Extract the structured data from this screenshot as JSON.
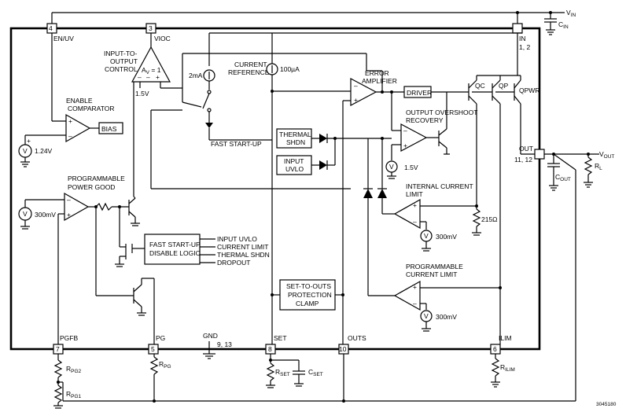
{
  "pins": {
    "en_uv_num": "4",
    "en_uv": "EN/UV",
    "vioc_num": "3",
    "vioc": "VIOC",
    "in": "IN",
    "in_num": "1, 2",
    "out": "OUT",
    "out_num": "11, 12",
    "pgfb_num": "7",
    "pgfb": "PGFB",
    "pg_num": "5",
    "pg": "PG",
    "gnd": "GND",
    "gnd_num": "9, 13",
    "set_num": "8",
    "set": "SET",
    "outs_num": "10",
    "outs": "OUTS",
    "ilim_num": "6",
    "ilim": "ILIM"
  },
  "external": {
    "vin": "V",
    "vin_sub": "IN",
    "cin": "C",
    "cin_sub": "IN",
    "vout": "V",
    "vout_sub": "OUT",
    "rl": "R",
    "rl_sub": "L",
    "cout": "C",
    "cout_sub": "OUT",
    "rpg2": "R",
    "rpg2_sub": "PG2",
    "rpg1": "R",
    "rpg1_sub": "PG1",
    "rpg": "R",
    "rpg_sub": "PG",
    "rset": "R",
    "rset_sub": "SET",
    "cset": "C",
    "cset_sub": "SET",
    "rilim": "R",
    "rilim_sub": "ILIM"
  },
  "blocks": {
    "ioc_line1": "INPUT-TO-",
    "ioc_line2": "OUTPUT",
    "ioc_line3": "CONTROL",
    "av": "A",
    "av_sub": "V",
    "av_eq": " = 1",
    "v15_top": "1.5V",
    "i2ma": "2mA",
    "cr_line1": "CURRENT",
    "cr_line2": "REFERENCE",
    "i100ua": "100µA",
    "ea_line1": "ERROR",
    "ea_line2": "AMPLIFIER",
    "driver": "DRIVER",
    "qc": "QC",
    "qp": "QP",
    "qpwr": "QPWR",
    "enable_line1": "ENABLE",
    "enable_line2": "COMPARATOR",
    "bias": "BIAS",
    "v124": "1.24V",
    "fast_startup": "FAST START-UP",
    "thermal_line1": "THERMAL",
    "thermal_line2": "SHDN",
    "uvlo_line1": "INPUT",
    "uvlo_line2": "UVLO",
    "oos_line1": "OUTPUT OVERSHOOT",
    "oos_line2": "RECOVERY",
    "v15_oos": "1.5V",
    "icl_line1": "INTERNAL CURRENT",
    "icl_line2": "LIMIT",
    "r215": "215Ω",
    "v300_icl": "300mV",
    "ppg_line1": "PROGRAMMABLE",
    "ppg_line2": "POWER GOOD",
    "v300_pg": "300mV",
    "fsd_line1": "FAST START-UP",
    "fsd_line2": "DISABLE LOGIC",
    "fsd_in1": "INPUT UVLO",
    "fsd_in2": "CURRENT LIMIT",
    "fsd_in3": "THERMAL SHDN",
    "fsd_in4": "DROPOUT",
    "clamp_line1": "SET-TO-OUTS",
    "clamp_line2": "PROTECTION",
    "clamp_line3": "CLAMP",
    "pcl_line1": "PROGRAMMABLE",
    "pcl_line2": "CURRENT LIMIT",
    "v300_pcl": "300mV",
    "figure_code": "3045180"
  }
}
